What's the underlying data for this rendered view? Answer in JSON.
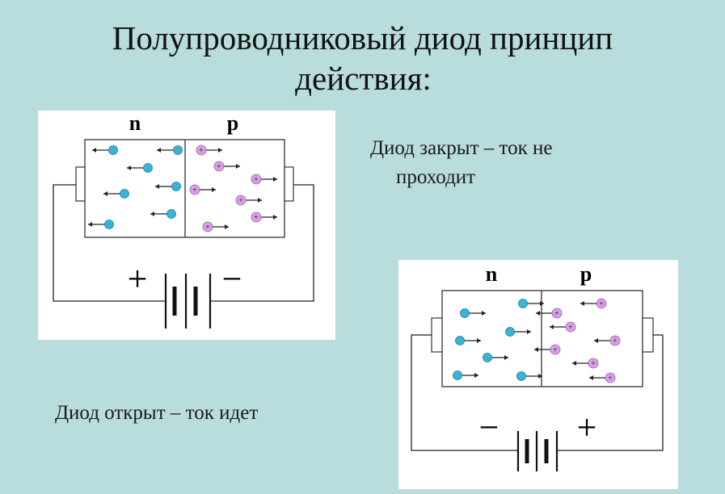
{
  "title": {
    "line1": "Полупроводниковый диод принцип",
    "line2": "действия:"
  },
  "closed": {
    "caption_line1": "Диод закрыт – ток не",
    "caption_line2": "проходит",
    "n_label": "n",
    "p_label": "p",
    "left_terminal_sign": "+",
    "right_terminal_sign": "−"
  },
  "open": {
    "caption": "Диод открыт – ток идет",
    "n_label": "n",
    "p_label": "p",
    "left_terminal_sign": "−",
    "right_terminal_sign": "+"
  },
  "carrier_sign_hole": "+",
  "colors": {
    "background": "#b9dcdc",
    "electron": "#3bb3d6",
    "hole": "#d9a0e6",
    "wire": "#222222"
  }
}
